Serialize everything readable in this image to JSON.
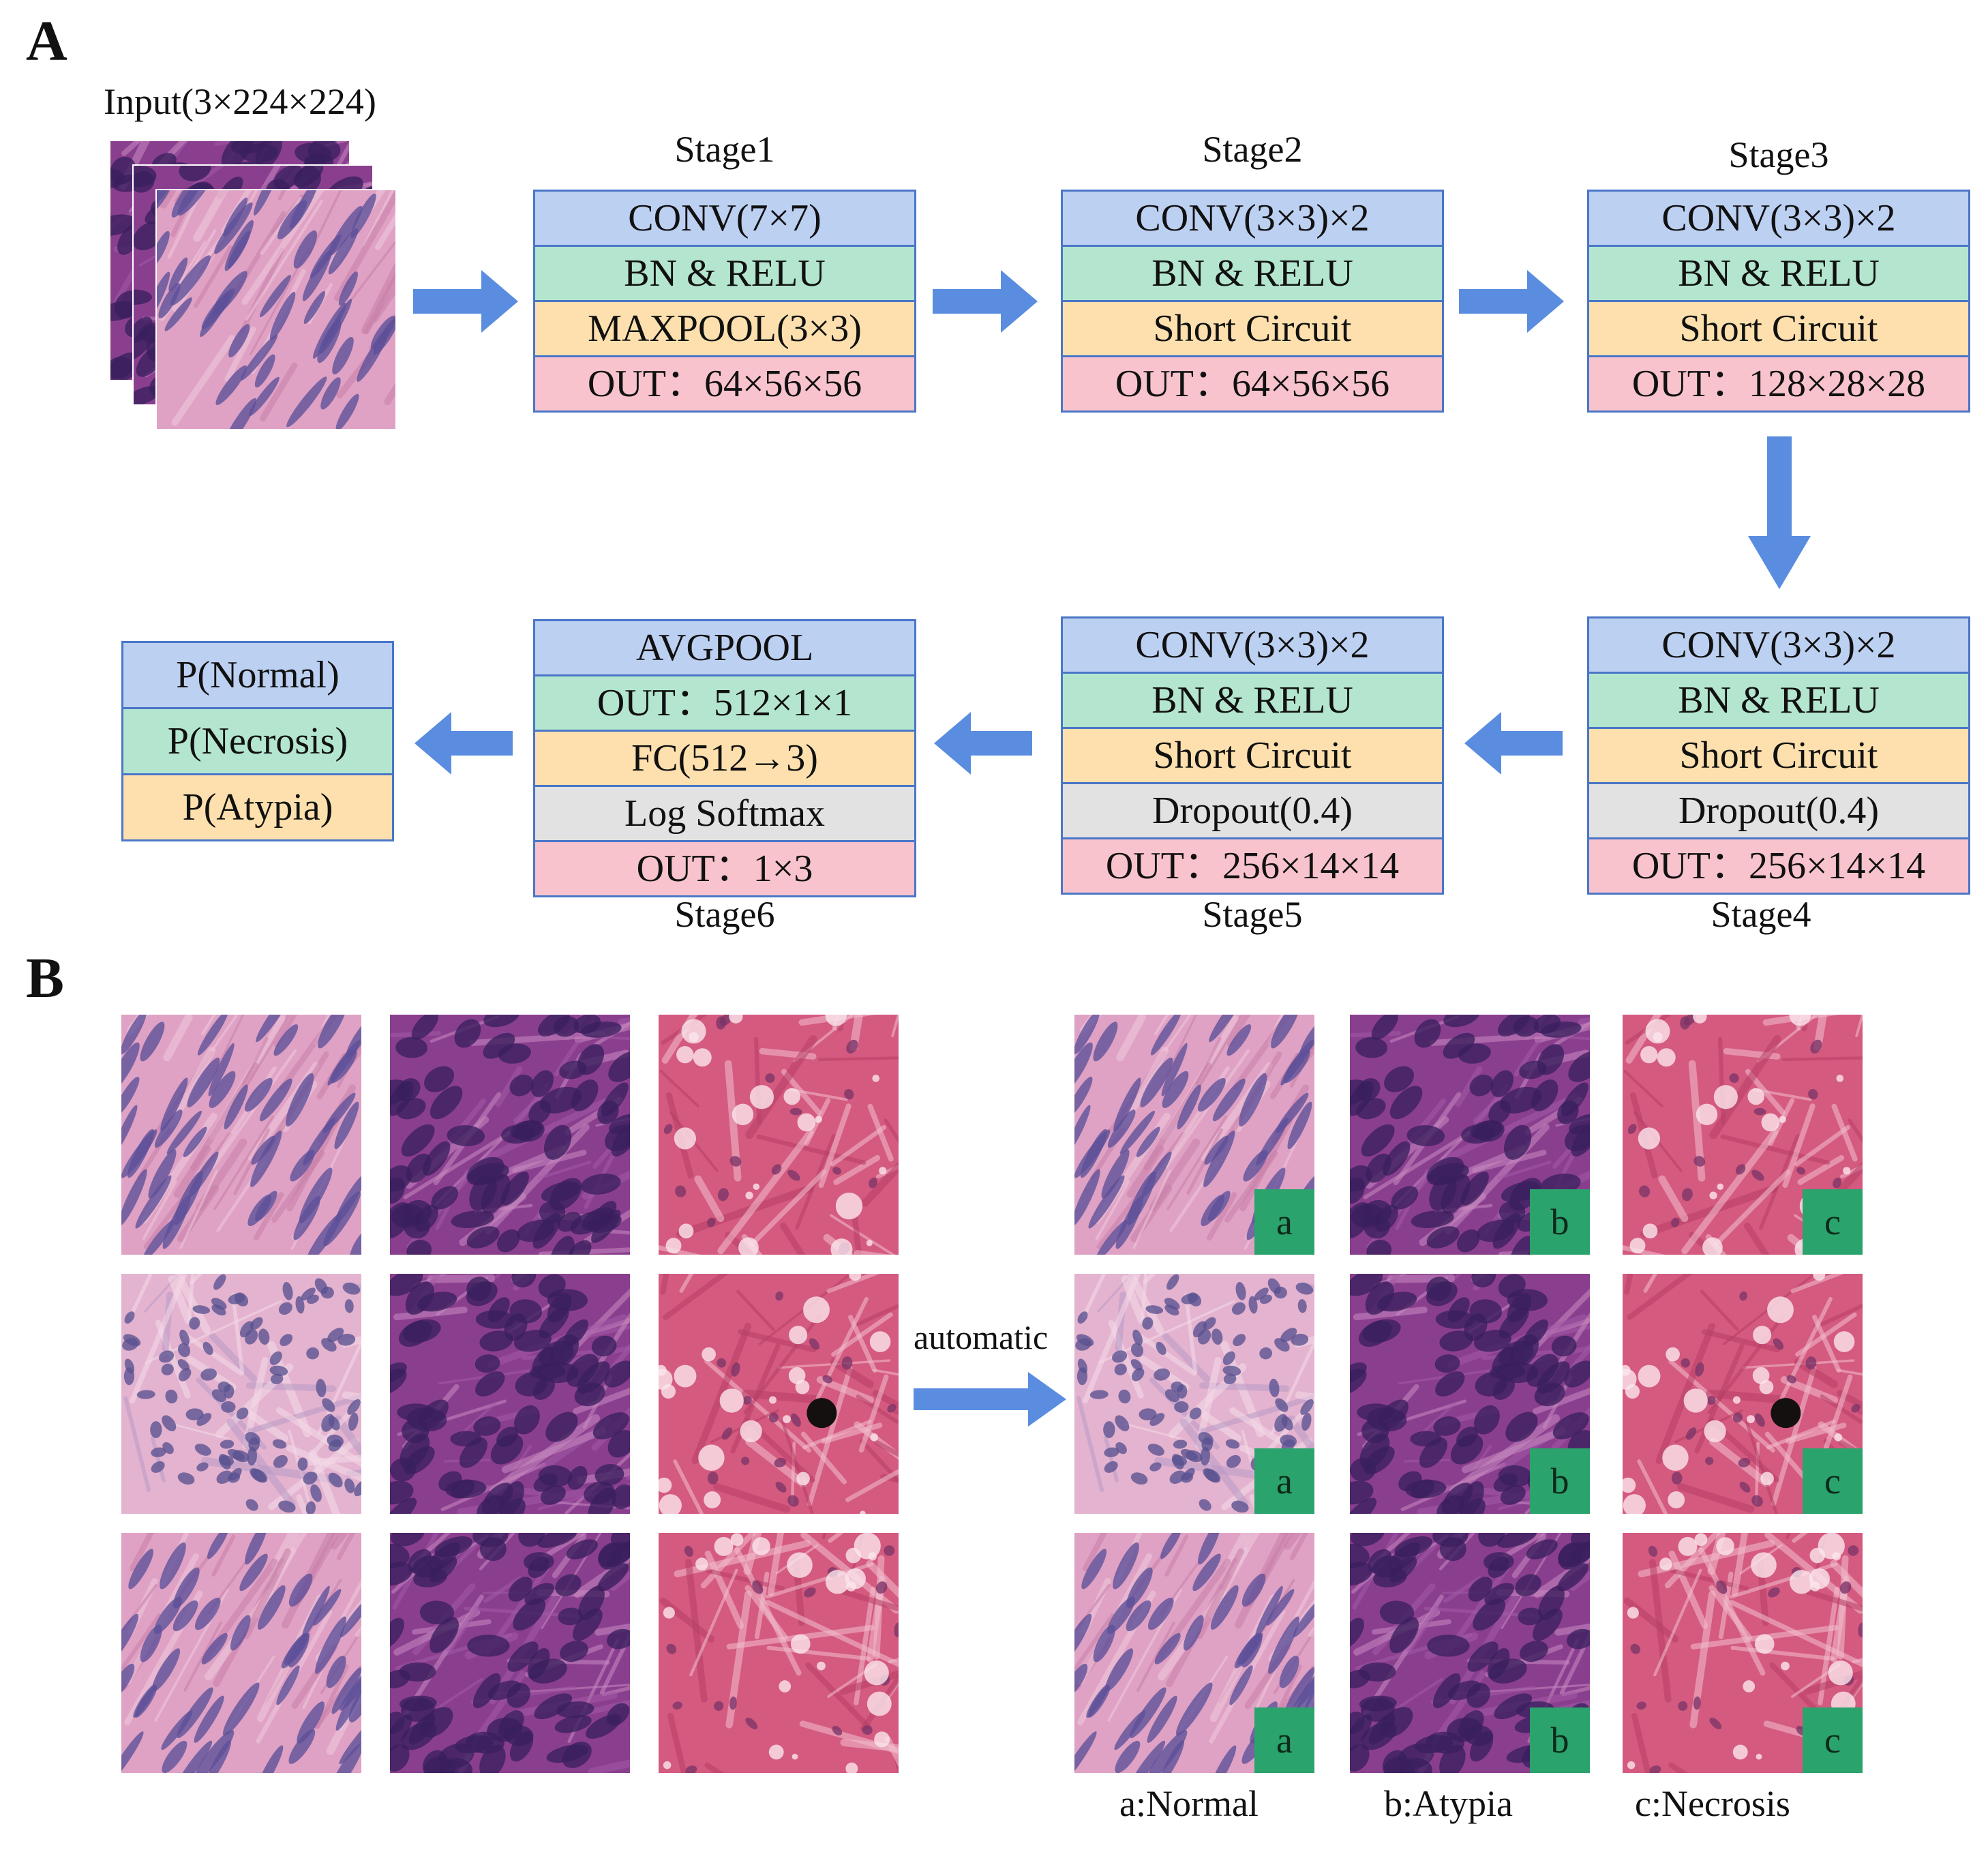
{
  "panel_a": {
    "letter": "A",
    "input_label": "Input(3×224×224)",
    "stages": [
      {
        "label": "Stage1",
        "rows": [
          {
            "text": "CONV(7×7)",
            "color": "blue"
          },
          {
            "text": "BN & RELU",
            "color": "green"
          },
          {
            "text": "MAXPOOL(3×3)",
            "color": "orange"
          },
          {
            "text": "OUT：64×56×56",
            "color": "pink"
          }
        ]
      },
      {
        "label": "Stage2",
        "rows": [
          {
            "text": "CONV(3×3)×2",
            "color": "blue"
          },
          {
            "text": "BN & RELU",
            "color": "green"
          },
          {
            "text": "Short Circuit",
            "color": "orange"
          },
          {
            "text": "OUT：64×56×56",
            "color": "pink"
          }
        ]
      },
      {
        "label": "Stage3",
        "rows": [
          {
            "text": "CONV(3×3)×2",
            "color": "blue"
          },
          {
            "text": "BN & RELU",
            "color": "green"
          },
          {
            "text": "Short Circuit",
            "color": "orange"
          },
          {
            "text": "OUT：128×28×28",
            "color": "pink"
          }
        ]
      },
      {
        "label": "Stage4",
        "rows": [
          {
            "text": "CONV(3×3)×2",
            "color": "blue"
          },
          {
            "text": "BN & RELU",
            "color": "green"
          },
          {
            "text": "Short Circuit",
            "color": "orange"
          },
          {
            "text": "Dropout(0.4)",
            "color": "gray"
          },
          {
            "text": "OUT：256×14×14",
            "color": "pink"
          }
        ]
      },
      {
        "label": "Stage5",
        "rows": [
          {
            "text": "CONV(3×3)×2",
            "color": "blue"
          },
          {
            "text": "BN & RELU",
            "color": "green"
          },
          {
            "text": "Short Circuit",
            "color": "orange"
          },
          {
            "text": "Dropout(0.4)",
            "color": "gray"
          },
          {
            "text": "OUT：256×14×14",
            "color": "pink"
          }
        ]
      },
      {
        "label": "Stage6",
        "rows": [
          {
            "text": "AVGPOOL",
            "color": "blue"
          },
          {
            "text": "OUT：512×1×1",
            "color": "green"
          },
          {
            "text": "FC(512→3)",
            "color": "orange"
          },
          {
            "text": "Log Softmax",
            "color": "gray"
          },
          {
            "text": "OUT：1×3",
            "color": "pink"
          }
        ]
      }
    ],
    "outputs": [
      {
        "text": "P(Normal)",
        "color": "blue"
      },
      {
        "text": "P(Necrosis)",
        "color": "green"
      },
      {
        "text": "P(Atypia)",
        "color": "orange"
      }
    ]
  },
  "panel_b": {
    "letter": "B",
    "arrow_label": "automatic",
    "column_badges": [
      "a",
      "b",
      "c"
    ],
    "tissue_columns": [
      "normal",
      "atypia",
      "necrosis"
    ],
    "legend": [
      "a:Normal",
      "b:Atypia",
      "c:Necrosis"
    ]
  },
  "colors": {
    "block_border": "#4a76c8",
    "arrow": "#5a8de0",
    "badge": "#2aa36d",
    "blue": "#bcd0f2",
    "green": "#b4e6cf",
    "orange": "#fde0ad",
    "gray": "#e2e2e2",
    "pink": "#f8c3cc"
  }
}
